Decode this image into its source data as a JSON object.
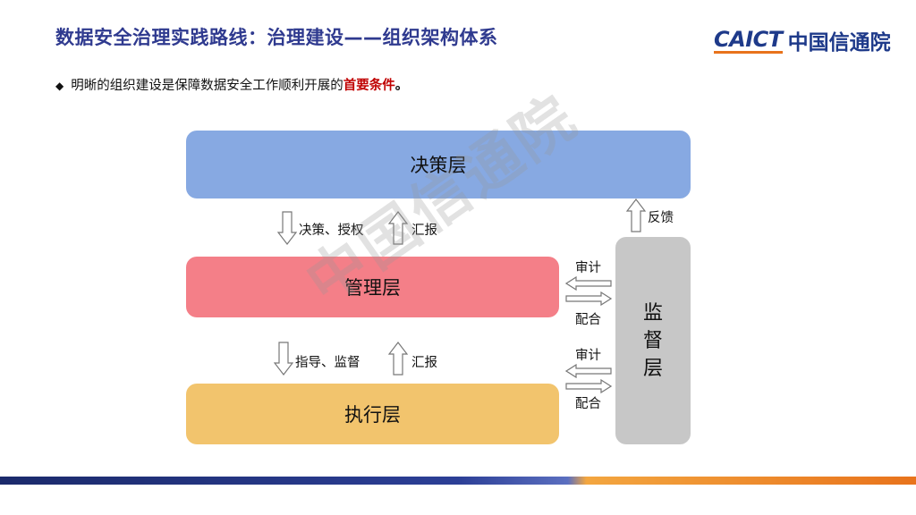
{
  "slide": {
    "title": "数据安全治理实践路线：治理建设——组织架构体系",
    "bullet_mark": "◆",
    "bullet_text": "明晰的组织建设是保障数据安全工作顺利开展的",
    "bullet_highlight": "首要条件",
    "bullet_end": "。"
  },
  "logo": {
    "en": "CAICT",
    "cn": "中国信通院"
  },
  "watermark": "中国信通院",
  "diagram": {
    "decision_layer": "决策层",
    "management_layer": "管理层",
    "execution_layer": "执行层",
    "supervision_layer": [
      "监",
      "督",
      "层"
    ],
    "links": {
      "decide_authorize": "决策、授权",
      "report_top": "汇报",
      "guide_supervise": "指导、监督",
      "report_bottom": "汇报",
      "feedback": "反馈",
      "audit_top": "审计",
      "cooperate_top": "配合",
      "audit_bottom": "审计",
      "cooperate_bottom": "配合"
    }
  },
  "colors": {
    "title": "#2f3a8f",
    "decision": "#87a9e2",
    "management": "#f47f88",
    "execution": "#f2c46d",
    "supervision": "#c7c7c7",
    "highlight": "#c00000"
  }
}
